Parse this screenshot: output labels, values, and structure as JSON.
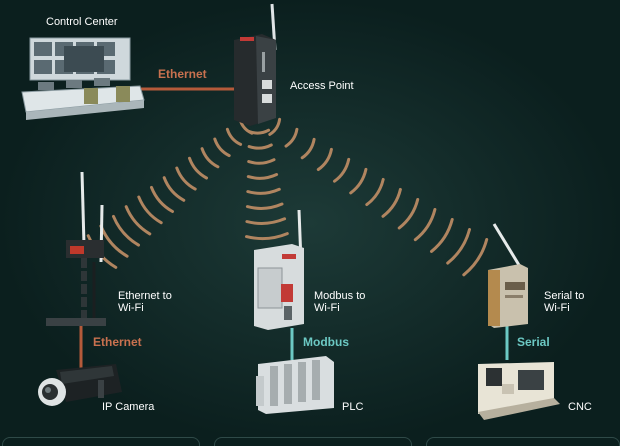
{
  "nodes": {
    "control_center": "Control Center",
    "access_point": "Access Point",
    "ethernet_wifi": [
      "Ethernet to",
      "Wi-Fi"
    ],
    "modbus_wifi": [
      "Modbus to",
      "Wi-Fi"
    ],
    "serial_wifi": [
      "Serial to",
      "Wi-Fi"
    ],
    "ip_camera": "IP Camera",
    "plc": "PLC",
    "cnc": "CNC"
  },
  "links": {
    "ethernet_top": "Ethernet",
    "ethernet_left": "Ethernet",
    "modbus": "Modbus",
    "serial": "Serial"
  },
  "colors": {
    "background": "#0b1f1e",
    "ethernet": "#c8714f",
    "bus": "#6cc9c4",
    "wave": "#b08560"
  }
}
